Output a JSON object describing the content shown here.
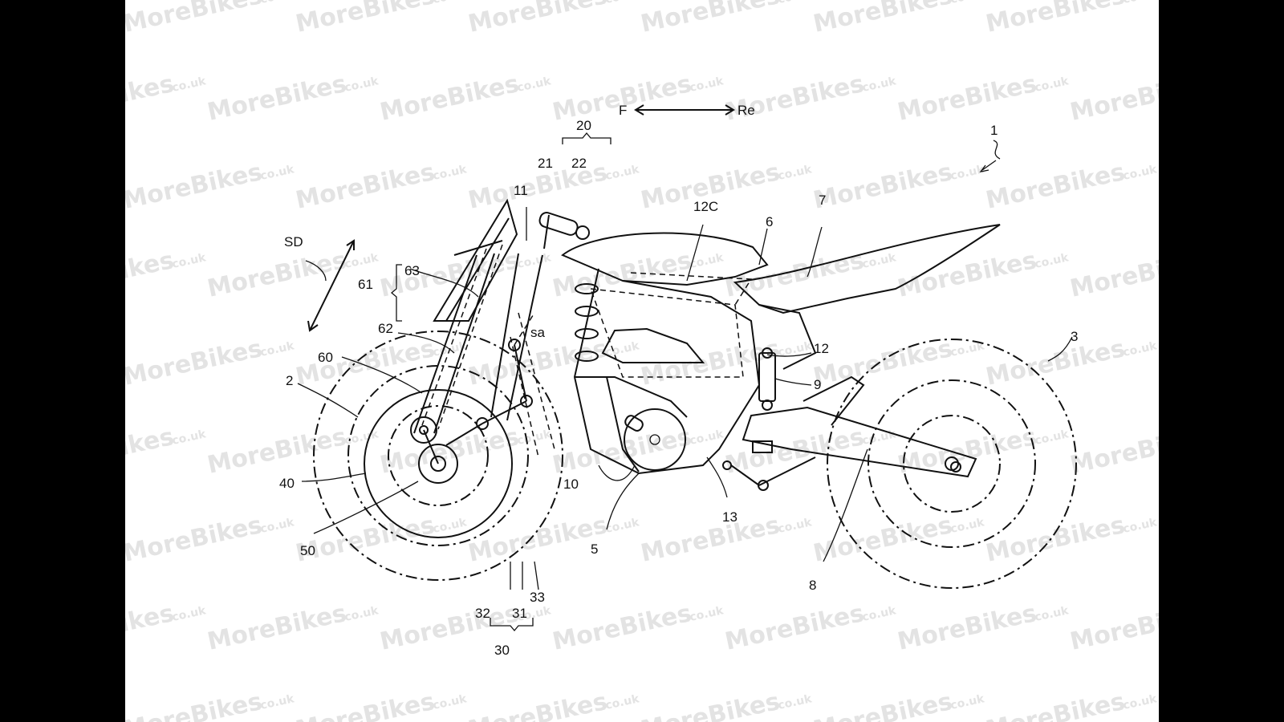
{
  "watermark": {
    "brand": "MoreBikes",
    "suffix": ".co.uk"
  },
  "direction": {
    "front": "F",
    "rear": "Re"
  },
  "labels": {
    "l1": "1",
    "l2": "2",
    "l3": "3",
    "l5": "5",
    "l6": "6",
    "l7": "7",
    "l8": "8",
    "l9": "9",
    "l10": "10",
    "l11": "11",
    "l12": "12",
    "l12c": "12C",
    "l13": "13",
    "l20": "20",
    "l21": "21",
    "l22": "22",
    "l30": "30",
    "l31": "31",
    "l32": "32",
    "l33": "33",
    "l40": "40",
    "l50": "50",
    "l60": "60",
    "l61": "61",
    "l62": "62",
    "l63": "63",
    "sd": "SD",
    "sa": "sa"
  }
}
